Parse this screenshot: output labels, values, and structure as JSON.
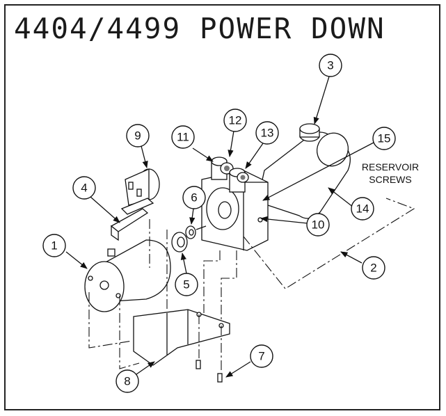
{
  "title": "4404/4499 POWER DOWN",
  "note": {
    "line1": "RESERVOIR",
    "line2": "SCREWS"
  },
  "callouts": {
    "c1": "1",
    "c2": "2",
    "c3": "3",
    "c4": "4",
    "c5": "5",
    "c6": "6",
    "c7": "7",
    "c8": "8",
    "c9": "9",
    "c10": "10",
    "c11": "11",
    "c12": "12",
    "c13": "13",
    "c14": "14",
    "c15": "15"
  }
}
